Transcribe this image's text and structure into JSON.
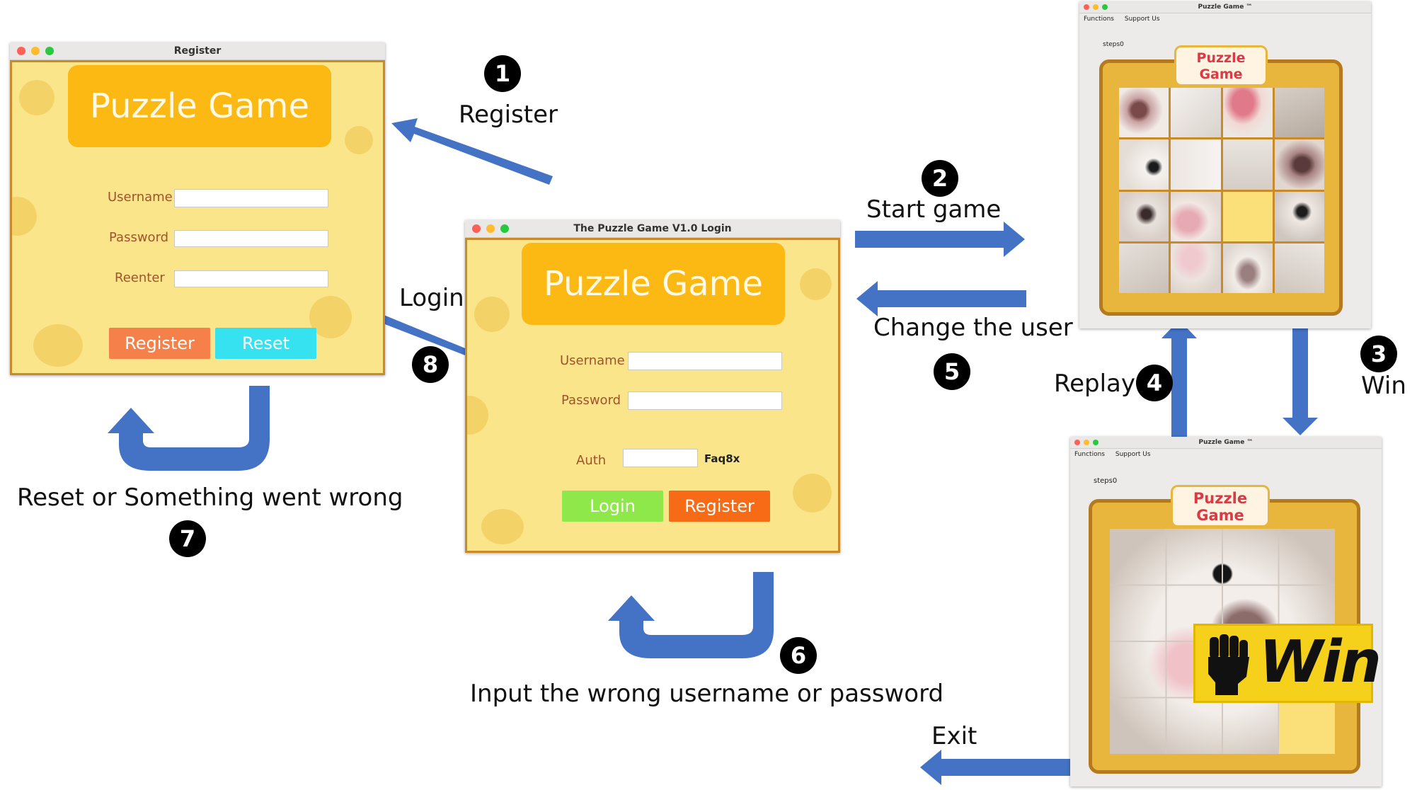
{
  "register_window": {
    "title": "Register",
    "banner": "Puzzle Game",
    "username_label": "Username",
    "password_label": "Password",
    "reenter_label": "Reenter",
    "register_button": "Register",
    "reset_button": "Reset"
  },
  "login_window": {
    "title": "The Puzzle Game V1.0 Login",
    "banner": "Puzzle Game",
    "username_label": "Username",
    "password_label": "Password",
    "auth_label": "Auth",
    "auth_code": "Faq8x",
    "login_button": "Login",
    "register_button": "Register"
  },
  "game_window_top": {
    "title": "Puzzle Game ™",
    "menu": [
      "Functions",
      "Support Us"
    ],
    "steps": "steps0",
    "banner_line1": "Puzzle",
    "banner_line2": "Game"
  },
  "game_window_bottom": {
    "title": "Puzzle Game ™",
    "menu": [
      "Functions",
      "Support Us"
    ],
    "steps": "steps0",
    "banner_line1": "Puzzle",
    "banner_line2": "Game",
    "win_text": "Win"
  },
  "annotations": {
    "register": "Register",
    "start_game": "Start game",
    "change_user": "Change the user",
    "replay": "Replay",
    "win": "Win",
    "reset": "Reset or Something went wrong",
    "login": "Login",
    "wrong_input": "Input the wrong username or password",
    "exit": "Exit"
  },
  "steps": [
    "1",
    "2",
    "3",
    "4",
    "5",
    "6",
    "7",
    "8"
  ],
  "colors": {
    "arrow": "#4472c4",
    "cheese": "#fbe58a",
    "banner": "#fdb913",
    "register_btn": "#f6804a",
    "reset_btn": "#36e1f0",
    "login_btn": "#8ee84a",
    "login_register_btn": "#f76a16"
  }
}
